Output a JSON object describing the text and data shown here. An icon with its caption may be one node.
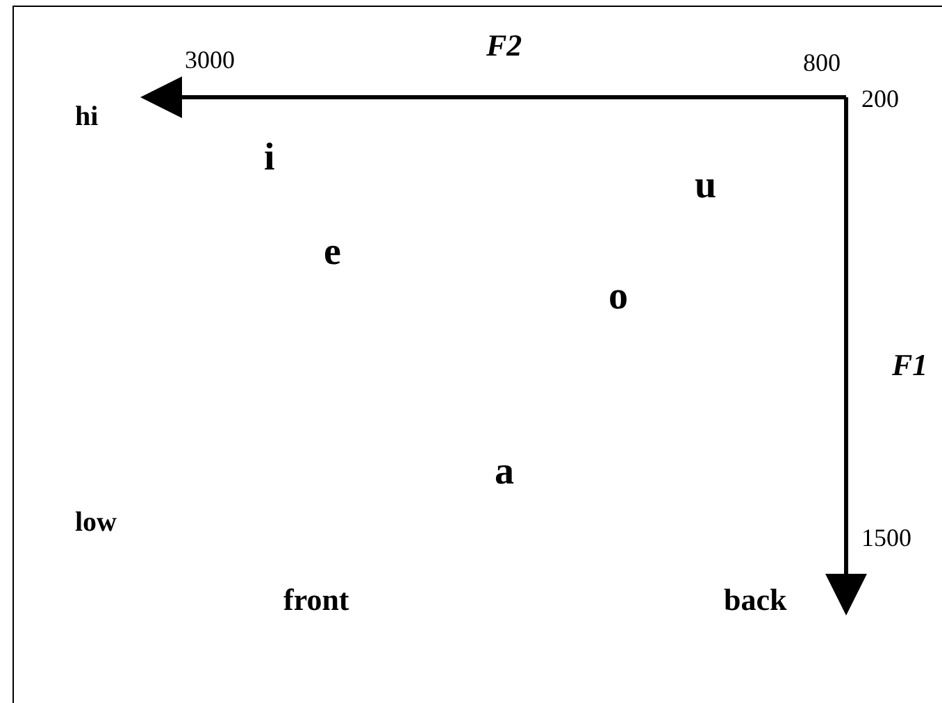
{
  "diagram": {
    "labels": [
      "3000",
      "F2",
      "800",
      "hi",
      "200",
      "i",
      "u",
      "e",
      "o",
      "F1",
      "a",
      "low",
      "1500",
      "front",
      "back"
    ]
  }
}
